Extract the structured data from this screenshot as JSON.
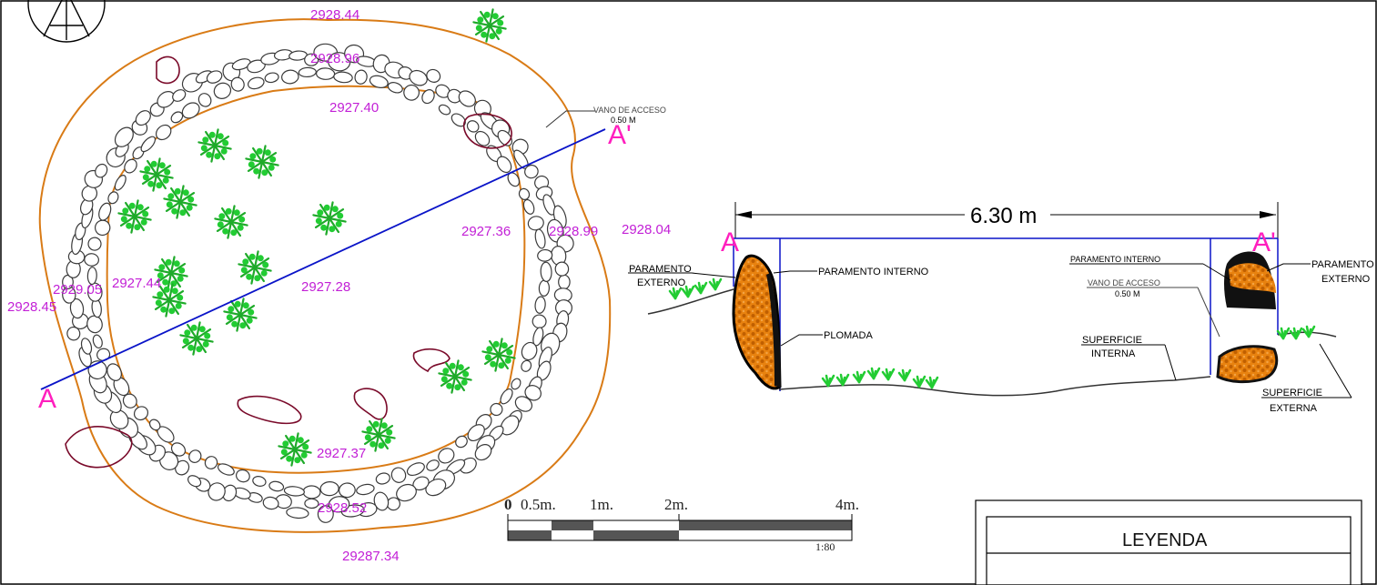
{
  "plan": {
    "elevations": [
      {
        "id": "top-outer",
        "text": "2928.44"
      },
      {
        "id": "top-wall",
        "text": "2928.96"
      },
      {
        "id": "top-inner",
        "text": "2927.40"
      },
      {
        "id": "right-inner",
        "text": "2927.36"
      },
      {
        "id": "right-wall",
        "text": "2928.99"
      },
      {
        "id": "right-outer",
        "text": "2928.04"
      },
      {
        "id": "center",
        "text": "2927.28"
      },
      {
        "id": "left-inner",
        "text": "2927.44"
      },
      {
        "id": "left-wall",
        "text": "2929.05"
      },
      {
        "id": "left-outer",
        "text": "2928.45"
      },
      {
        "id": "bottom-inner",
        "text": "2927.37"
      },
      {
        "id": "bottom-wall",
        "text": "2928.52"
      },
      {
        "id": "bottom-outer",
        "text": "29287.34"
      }
    ],
    "section_start": "A",
    "section_end": "A'",
    "access_label": "VANO DE ACCESO",
    "access_width": "0.50 M"
  },
  "section": {
    "dimension": "6.30 m",
    "label_a": "A",
    "label_a_prime": "A'",
    "paramento_externo_left": [
      "PARAMENTO",
      "EXTERNO"
    ],
    "paramento_interno_left": "PARAMENTO INTERNO",
    "plomada": "PLOMADA",
    "paramento_interno_right": "PARAMENTO INTERNO",
    "paramento_externo_right": [
      "PARAMENTO",
      "EXTERNO"
    ],
    "vano_acceso": "VANO DE ACCESO",
    "vano_width": "0.50 M",
    "superficie_interna": [
      "SUPERFICIE",
      "INTERNA"
    ],
    "superficie_externa": [
      "SUPERFICIE",
      "EXTERNA"
    ]
  },
  "scale_bar": {
    "labels": [
      "0",
      "0.5m.",
      "1m.",
      "2m.",
      "4m."
    ],
    "ratio": "1:80"
  },
  "legend": {
    "title": "LEYENDA"
  },
  "colors": {
    "elevation": "#c21fd6",
    "section_letters": "#ff1fbe",
    "orange_outline": "#d97b16",
    "section_line": "#0a14c8",
    "rock_outline": "#7a0a2a",
    "vegetation": "#22cc33",
    "wall_fill": "#e0780a"
  }
}
